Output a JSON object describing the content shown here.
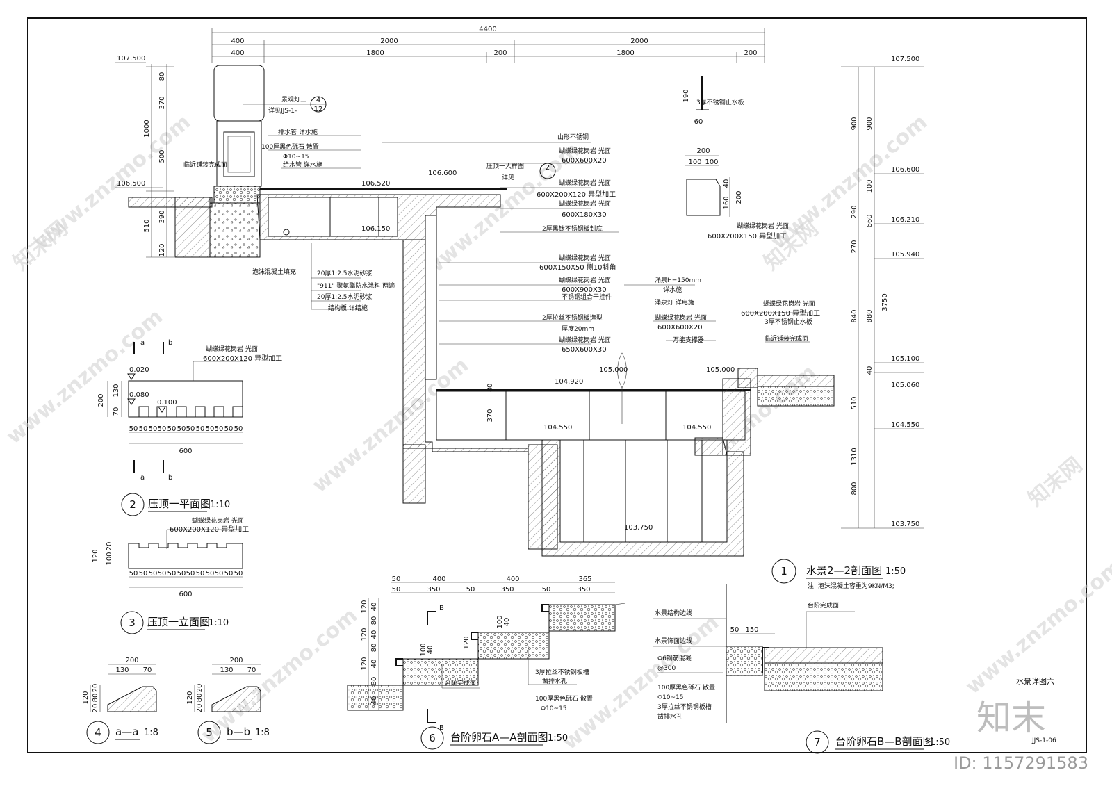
{
  "sheet": {
    "sheet_title": "水景详图六",
    "sheet_code": "JJS-1-06",
    "watermark_site": "www.znzmo.com",
    "watermark_brand": "知末网",
    "logo_text": "知末",
    "id_text": "ID: 1157291583"
  },
  "main_section": {
    "number": "1",
    "title": "水景2—2剖面图",
    "scale": "1:50",
    "note": "注: 泡沫混凝土容重为9KN/M3;",
    "top_dims": {
      "total": "4400",
      "row1": [
        "400",
        "2000",
        "2000"
      ],
      "row2": [
        "400",
        "1800",
        "200",
        "1800",
        "200"
      ]
    },
    "left_dims": [
      "80",
      "370",
      "1000",
      "500",
      "390",
      "510",
      "120"
    ],
    "right_dims_inner": [
      "900",
      "100",
      "290",
      "270",
      "840",
      "40",
      "510",
      "1310",
      "800"
    ],
    "right_dims_outer": [
      "900",
      "660",
      "880",
      "3750"
    ],
    "pool_dims": [
      "80",
      "370"
    ],
    "elevations": {
      "e107500_left": "107.500",
      "e106500": "106.500",
      "e106520": "106.520",
      "e106600": "106.600",
      "e106150": "106.150",
      "e105000_a": "105.000",
      "e105000_b": "105.000",
      "e104920": "104.920",
      "e104550_a": "104.550",
      "e104550_b": "104.550",
      "e103750": "103.750",
      "r107500": "107.500",
      "r106600": "106.600",
      "r106210": "106.210",
      "r105940": "105.940",
      "r105100": "105.100",
      "r105060": "105.060",
      "r104550": "104.550",
      "r103750": "103.750"
    },
    "notes": {
      "lamp_ref": "景观灯三",
      "lamp_detail": "详见JJS-1-",
      "lamp_num": "4",
      "lamp_sheet": "12",
      "drain_pipe": "排水管 详水施",
      "pebble": "100厚黑色砾石 散置",
      "pebble_size": "Φ10~15",
      "supply_pipe": "给水管 详水施",
      "paving_left": "临近铺装完成面",
      "foam": "泡沫混凝土填充",
      "mortar1": "20厚1:2.5水泥砂浆",
      "waterproof": "\"911\" 聚氨酯防水涂料 两遍",
      "mortar2": "20厚1:2.5水泥砂浆",
      "structure": "结构板 详结施",
      "steel_mountain": "山形不锈钢",
      "coping_ref": "压顶一大样图",
      "coping_detail": "详见",
      "coping_num": "2",
      "g1_name": "蝴蝶绿花岗岩 光面",
      "g1_size": "600X600X20",
      "g2_name": "蝴蝶绿花岗岩 光面",
      "g2_size": "600X200X120 异型加工",
      "g3_name": "蝴蝶绿花岗岩 光面",
      "g3_size": "600X180X30",
      "black_steel": "2厚黑钛不锈钢板封底",
      "g4_name": "蝴蝶绿花岗岩 光面",
      "g4_size": "600X150X50 侧10斜角",
      "g5_name": "蝴蝶绿花岗岩 光面",
      "g5_size": "600X900X30",
      "hanger": "不锈钢组合干挂件",
      "brushed_steel": "2厚拉丝不锈钢板造型",
      "thickness": "厚度20mm",
      "g6_name": "蝴蝶绿花岗岩 光面",
      "g6_size": "650X600X30",
      "spray": "涌泉H=150mm",
      "spray_ref": "详水施",
      "pool_light": "涌泉灯 详电施",
      "g7_name": "蝴蝶绿花岗岩 光面",
      "g7_size": "600X600X20",
      "support": "万能支撑器",
      "g8_name": "蝴蝶绿花岗岩 光面",
      "g8_size": "600X200X150 异型加工",
      "water_stop": "3厚不锈钢止水板",
      "paving_right": "临近铺装完成面",
      "top_stop": "3厚不锈钢止水板",
      "stop_dims": [
        "190",
        "60"
      ]
    },
    "stone_detail": {
      "dims_top": [
        "200",
        "100",
        "100"
      ],
      "dims_side": [
        "40",
        "160",
        "200"
      ],
      "name": "蝴蝶绿花岗岩 光面",
      "size": "600X200X150 异型加工"
    }
  },
  "detail2": {
    "number": "2",
    "title": "压顶一平面图",
    "scale": "1:10",
    "labels": [
      "a",
      "b",
      "a",
      "b"
    ],
    "name": "蝴蝶绿花岗岩 光面",
    "size": "600X200X120 异型加工",
    "elevs": [
      "0.020",
      "0.080",
      "0.100"
    ],
    "side_dims": [
      "200",
      "130",
      "70"
    ],
    "bottom_dims": [
      "50",
      "50",
      "50",
      "50",
      "50",
      "50",
      "50",
      "50",
      "50",
      "50",
      "50",
      "50"
    ],
    "total": "600"
  },
  "detail3": {
    "number": "3",
    "title": "压顶一立面图",
    "scale": "1:10",
    "name": "蝴蝶绿花岗岩 光面",
    "size": "600X200X120 异型加工",
    "side_dims": [
      "120",
      "100",
      "20"
    ],
    "bottom_dims": [
      "50",
      "50",
      "50",
      "50",
      "50",
      "50",
      "50",
      "50",
      "50",
      "50",
      "50",
      "50"
    ],
    "total": "600"
  },
  "detail4": {
    "number": "4",
    "title": "a—a",
    "scale": "1:8",
    "dims_top": [
      "200",
      "130",
      "70"
    ],
    "dims_side": [
      "120",
      "20",
      "80",
      "20"
    ]
  },
  "detail5": {
    "number": "5",
    "title": "b—b",
    "scale": "1:8",
    "dims_top": [
      "200",
      "130",
      "70"
    ],
    "dims_side": [
      "120",
      "20",
      "80",
      "20"
    ]
  },
  "detail6": {
    "number": "6",
    "title": "台阶卵石A—A剖面图",
    "scale": "1:50",
    "dims_row1": [
      "50",
      "400",
      "400",
      "365"
    ],
    "dims_row2": [
      "50",
      "350",
      "50",
      "350",
      "50",
      "350"
    ],
    "left_dims": [
      "120",
      "40",
      "80",
      "120",
      "40",
      "80",
      "120",
      "40",
      "80",
      "40"
    ],
    "cut_labels": [
      "B",
      "B"
    ],
    "inner_dims": [
      "100",
      "40",
      "100",
      "40",
      "120"
    ],
    "finish": "台阶完成面",
    "groove": "3厚拉丝不锈钢板槽",
    "groove_hole": "凿排水孔",
    "pebble": "100厚黑色砾石 散置",
    "pebble_size": "Φ10~15"
  },
  "detail7": {
    "number": "7",
    "title": "台阶卵石B—B剖面图",
    "scale": "1:50",
    "structure_line": "水景结构边线",
    "finish_line": "水景饰面边线",
    "step_finish": "台阶完成面",
    "dims": [
      "50",
      "150"
    ],
    "rebar": "Φ6钢筋混凝",
    "rebar_spacing": "@300",
    "pebble": "100厚黑色砾石 散置",
    "pebble_size": "Φ10~15",
    "groove": "3厚拉丝不锈钢板槽",
    "groove_hole": "凿排水孔"
  }
}
